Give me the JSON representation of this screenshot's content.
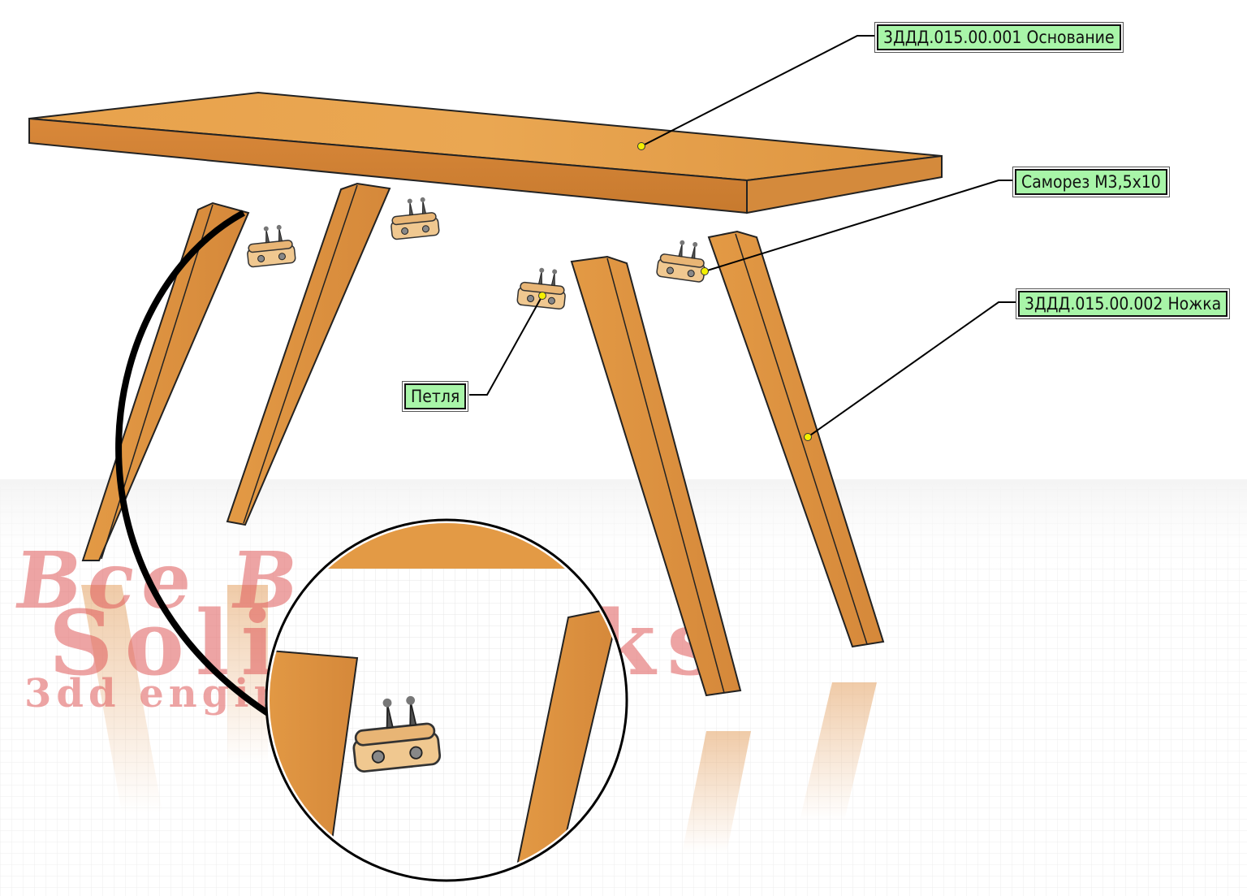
{
  "callouts": {
    "base": "3ДДД.015.00.001 Основание",
    "screw": "Саморез М3,5х10",
    "leg": "3ДДД.015.00.002 Ножка",
    "hinge": "Петля"
  },
  "watermark": {
    "line1": "Все В 3D",
    "line2": "SolidWorks",
    "line3": "3dd engineering.ru"
  },
  "colors": {
    "wood": "#e3963f",
    "wood_dark": "#c8782a",
    "callout_bg": "#a8f5a8",
    "leader_dot": "#f4f000",
    "watermark": "#e05a5a"
  }
}
